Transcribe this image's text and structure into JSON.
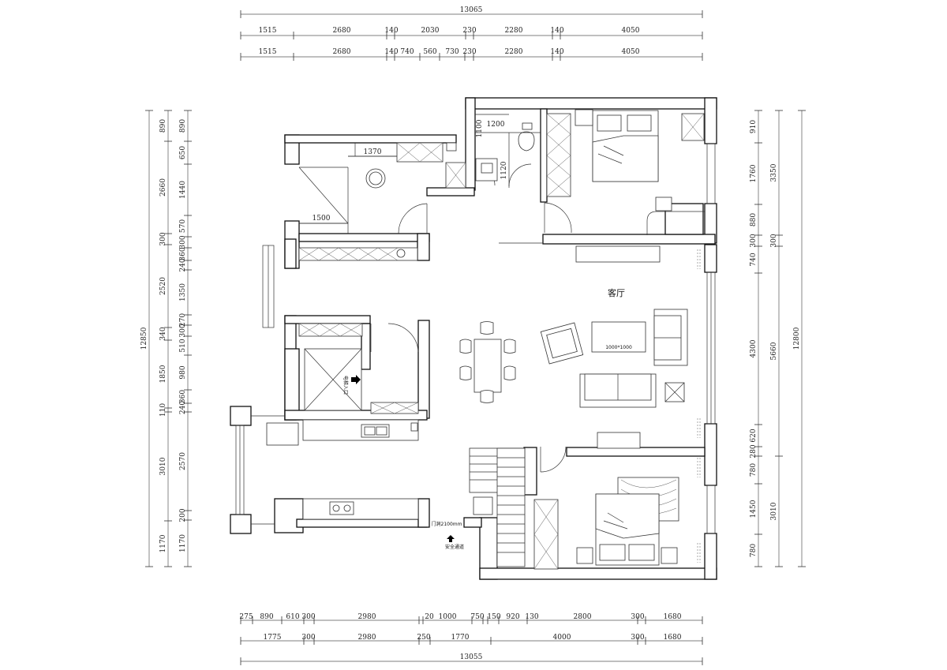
{
  "dimensions": {
    "top_total": "13065",
    "top_row1": [
      "1515",
      "2680",
      "140",
      "2030",
      "230",
      "2280",
      "140",
      "4050"
    ],
    "top_row2": [
      "1515",
      "2680",
      "140",
      "740",
      "560",
      "730",
      "230",
      "2280",
      "140",
      "4050"
    ],
    "bottom_row1": [
      "275",
      "890",
      "610",
      "300",
      "2980",
      "20",
      "1000",
      "750",
      "150",
      "920",
      "130",
      "2800",
      "300",
      "1680"
    ],
    "bottom_row2": [
      "1775",
      "300",
      "2980",
      "250",
      "1770",
      "4000",
      "300",
      "1680"
    ],
    "bottom_total": "13055",
    "left_total": "12850",
    "left_outer": [
      "890",
      "2660",
      "300",
      "2520",
      "340",
      "1850",
      "110",
      "3010",
      "1170"
    ],
    "left_inner": [
      "890",
      "650",
      "1440",
      "570",
      "300",
      "360",
      "240",
      "1350",
      "270",
      "300",
      "510",
      "980",
      "360",
      "240",
      "2570",
      "200",
      "1170"
    ],
    "right_total": "12800",
    "right_outer": [
      "3350",
      "300",
      "5660",
      "3010"
    ],
    "right_inner": [
      "910",
      "1760",
      "880",
      "300",
      "740",
      "4300",
      "620",
      "280",
      "780",
      "1450",
      "780"
    ]
  },
  "interior_dims": {
    "d1370": "1370",
    "d1500": "1500",
    "d1200": "1200",
    "d1100": "1100",
    "d1120": "1120"
  },
  "labels": {
    "living_room": "客厅",
    "table_size": "1000*1000",
    "door_note": "门洞2100mm",
    "exit_label": "安全通道",
    "elevator_label": "电梯入口"
  }
}
